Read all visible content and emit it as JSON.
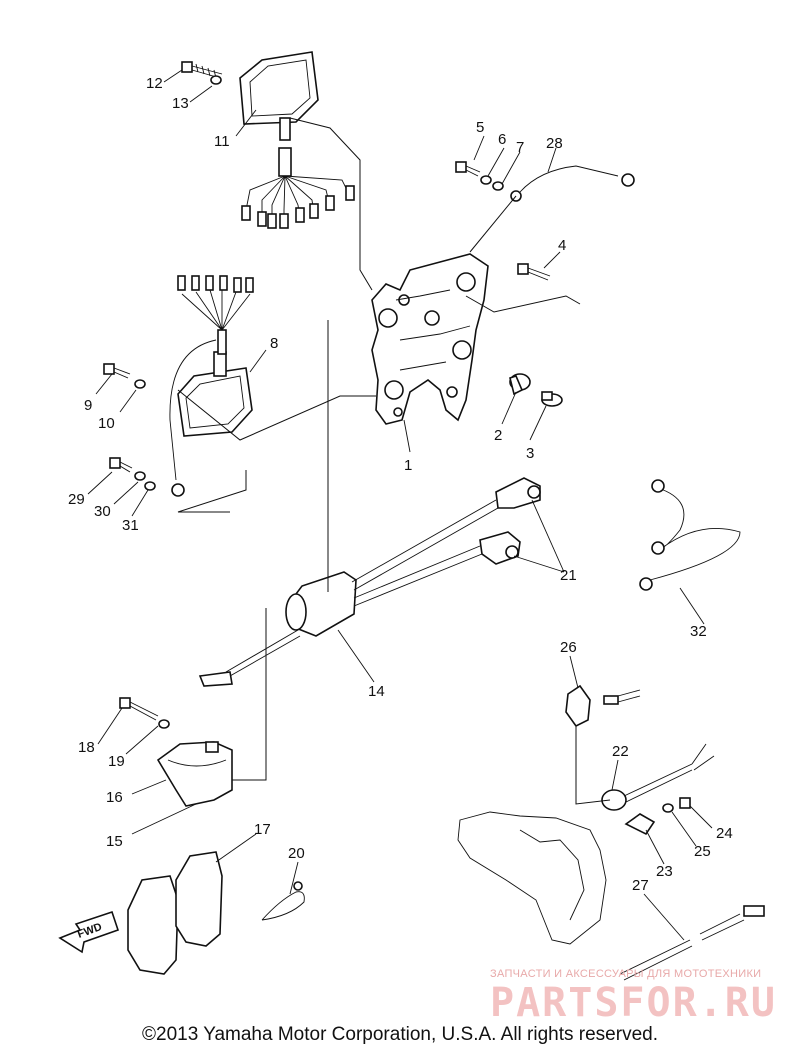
{
  "diagram": {
    "callouts": [
      "1",
      "2",
      "3",
      "4",
      "5",
      "6",
      "7",
      "8",
      "9",
      "10",
      "11",
      "12",
      "13",
      "14",
      "15",
      "16",
      "17",
      "18",
      "19",
      "20",
      "21",
      "22",
      "23",
      "24",
      "25",
      "26",
      "27",
      "28",
      "29",
      "30",
      "31",
      "32"
    ],
    "fwd_label": "FWD"
  },
  "copyright": "©2013 Yamaha Motor Corporation, U.S.A. All rights reserved.",
  "watermark": {
    "tagline": "ЗАПЧАСТИ И АКСЕССУАРЫ ДЛЯ МОТОТЕХНИКИ",
    "brand": "PARTSFOR.RU",
    "color": "#f2b8b8"
  }
}
